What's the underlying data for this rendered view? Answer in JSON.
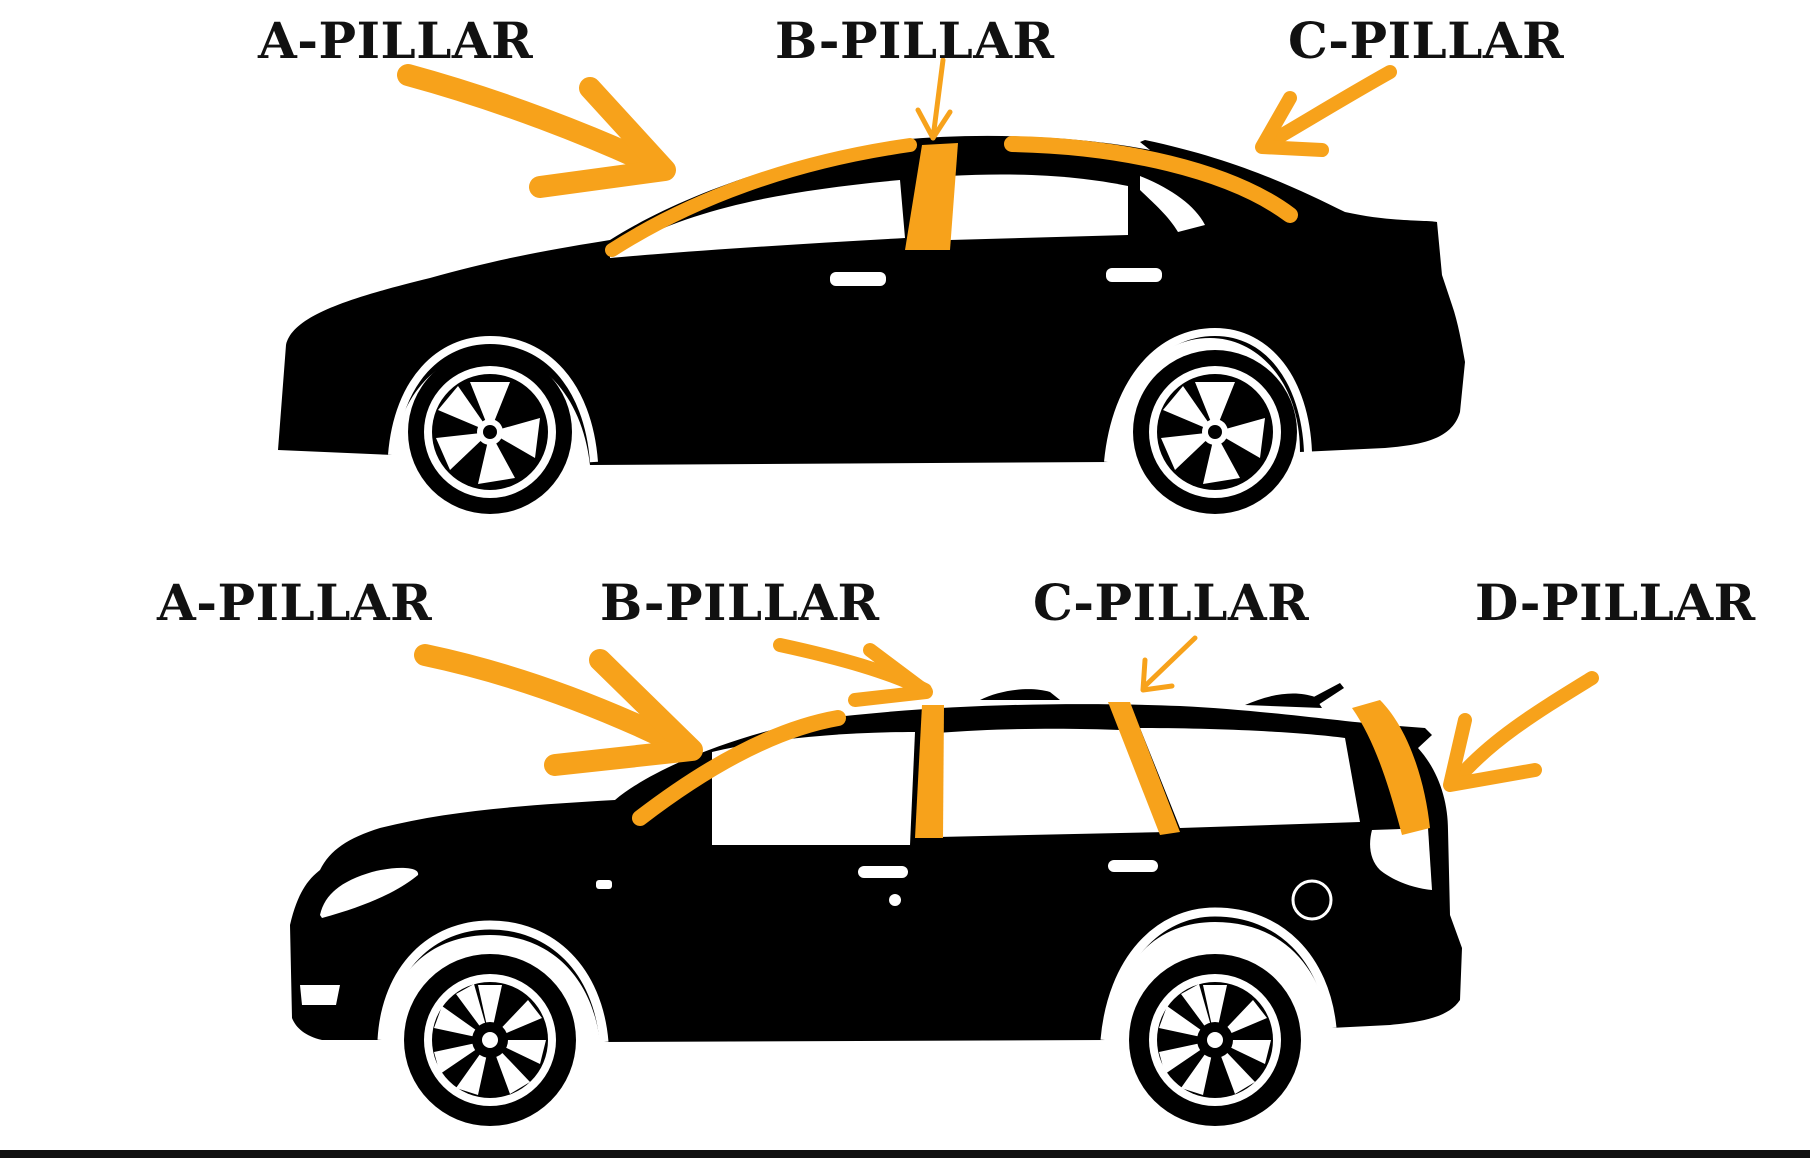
{
  "colors": {
    "highlight": "#F7A21B",
    "car": "#000000",
    "background": "#FFFFFF",
    "label": "#111111"
  },
  "sedan": {
    "labels": {
      "a": "A-PILLAR",
      "b": "B-PILLAR",
      "c": "C-PILLAR"
    }
  },
  "suv": {
    "labels": {
      "a": "A-PILLAR",
      "b": "B-PILLAR",
      "c": "C-PILLAR",
      "d": "D-PILLAR"
    }
  }
}
